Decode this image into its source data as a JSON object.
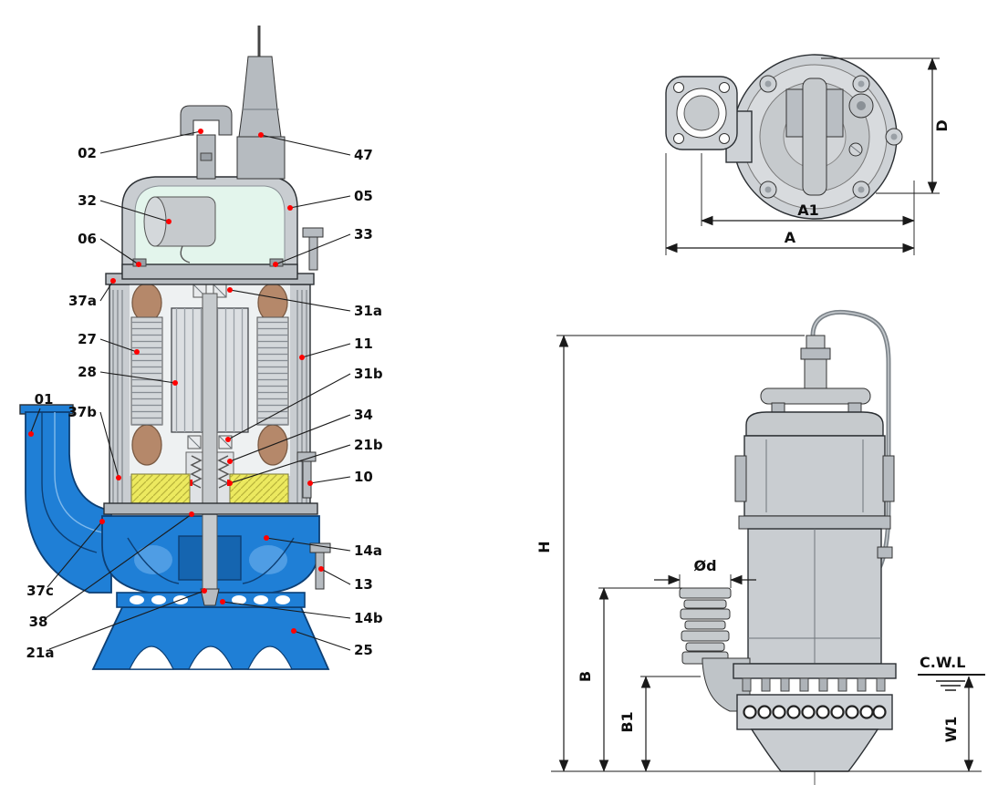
{
  "cross_section_view": {
    "callouts": {
      "c02": "02",
      "c32": "32",
      "c06": "06",
      "c37a": "37a",
      "c27": "27",
      "c28": "28",
      "c01": "01",
      "c37b": "37b",
      "c37c": "37c",
      "c38": "38",
      "c21a": "21a",
      "c47": "47",
      "c05": "05",
      "c33": "33",
      "c31a": "31a",
      "c11": "11",
      "c31b": "31b",
      "c34": "34",
      "c21b": "21b",
      "c10": "10",
      "c14a": "14a",
      "c13": "13",
      "c14b": "14b",
      "c25": "25"
    }
  },
  "top_view": {
    "dims": {
      "d": "D",
      "a1": "A1",
      "a": "A"
    }
  },
  "side_view": {
    "dims": {
      "h": "H",
      "b": "B",
      "b1": "B1",
      "od": "Ød",
      "cwl": "C.W.L",
      "w1": "W1"
    }
  },
  "colors": {
    "pump_blue": "#1f7fd6",
    "pump_blue_dark": "#0d3f74",
    "chamber_green": "#e3f5ec",
    "oil_yellow": "#ece95f",
    "marker_red": "#ff0000",
    "body_gray": "#c9cdd1",
    "coil_brown": "#b5886a"
  }
}
